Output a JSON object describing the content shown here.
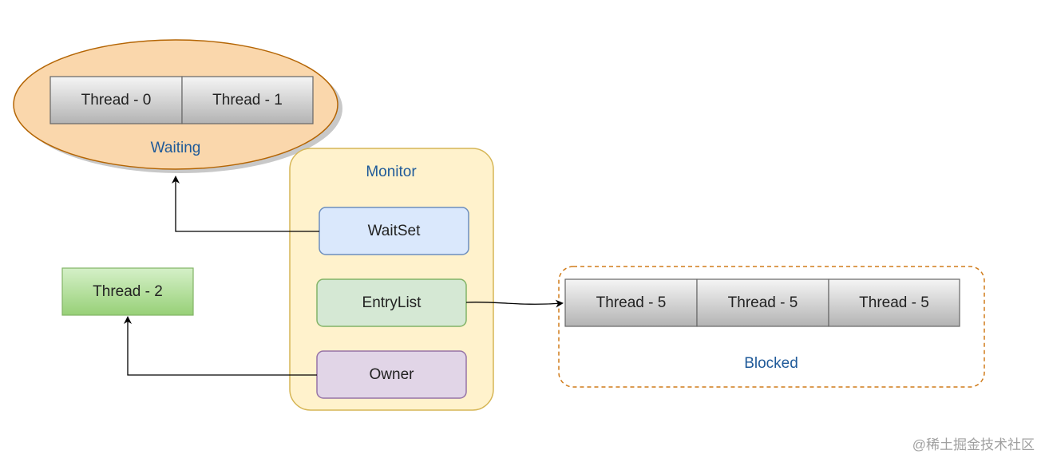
{
  "waiting": {
    "label": "Waiting",
    "threads": [
      "Thread - 0",
      "Thread - 1"
    ]
  },
  "monitor": {
    "title": "Monitor",
    "wait_set": "WaitSet",
    "entry_list": "EntryList",
    "owner": "Owner"
  },
  "owner_thread": "Thread - 2",
  "blocked": {
    "label": "Blocked",
    "threads": [
      "Thread - 5",
      "Thread - 5",
      "Thread - 5"
    ]
  },
  "watermark": "@稀土掘金技术社区",
  "colors": {
    "waiting_fill": "#fad7ac",
    "waiting_stroke": "#b46504",
    "monitor_fill": "#fff2cc",
    "monitor_stroke": "#d6b656",
    "waitset_fill": "#dae8fc",
    "waitset_stroke": "#6c8ebf",
    "entrylist_fill": "#d5e8d4",
    "entrylist_stroke": "#82b366",
    "owner_fill": "#e1d5e7",
    "owner_stroke": "#9673a6",
    "thread2_fill": "#97d077",
    "blocked_stroke": "#d07b1a",
    "label_blue": "#1f5a99"
  }
}
